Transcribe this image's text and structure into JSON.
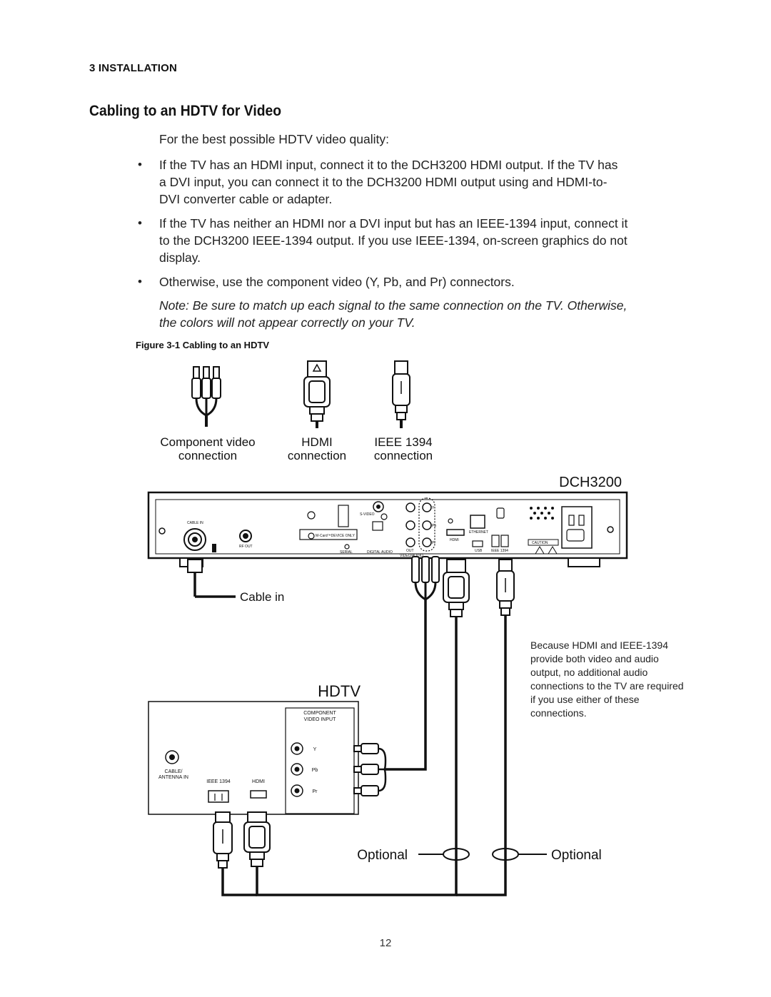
{
  "section_heading": "3 INSTALLATION",
  "title": "Cabling to an HDTV for Video",
  "intro": "For the best possible HDTV video quality:",
  "bullets": [
    {
      "lines": [
        "If the TV has an HDMI input, connect it to the DCH3200 HDMI output. If the TV has",
        "a DVI input, you can connect it to the DCH3200 HDMI output using and HDMI-to-",
        "DVI converter cable or adapter."
      ]
    },
    {
      "lines": [
        "If the TV has neither an HDMI nor a DVI input but has an IEEE-1394 input, connect it",
        "to the DCH3200 IEEE-1394 output. If you use IEEE-1394, on-screen graphics do not",
        "display."
      ]
    },
    {
      "lines": [
        "Otherwise, use the component video (Y, Pb, and Pr) connectors."
      ]
    }
  ],
  "bullet_symbol": "•",
  "note_lines": [
    "Note: Be sure to match up each signal to the same connection on the TV. Otherwise,",
    "the colors will not appear correctly on your TV."
  ],
  "figure_caption": "Figure 3-1 Cabling to an HDTV",
  "diagram": {
    "connectors": {
      "component_line1": "Component video",
      "component_line2": "connection",
      "hdmi_line1": "HDMI",
      "hdmi_line2": "connection",
      "ieee_line1": "IEEE 1394",
      "ieee_line2": "connection"
    },
    "device_name": "DCH3200",
    "device_labels": {
      "cable_in_port": "CABLE IN",
      "rf_out": "RF OUT",
      "mcard": "M-Card™DEVICE ONLY",
      "serial": "SERIAL",
      "digital_audio": "DIGITAL AUDIO",
      "out": "OUT",
      "video_audio": "VIDEO/AUDIO",
      "s_video": "S-VIDEO",
      "ethernet": "ETHERNET",
      "hdmi": "HDMI",
      "usb": "USB",
      "ieee1394": "IEEE 1394",
      "caution": "CAUTION",
      "pb": "Pb",
      "pr": "Pr",
      "y": "Y"
    },
    "cable_in": "Cable in",
    "tv_name": "HDTV",
    "tv_labels": {
      "component_line1": "COMPONENT",
      "component_line2": "VIDEO INPUT",
      "y": "Y",
      "pb": "Pb",
      "pr": "Pr",
      "cable_antenna_line1": "CABLE/",
      "cable_antenna_line2": "ANTENNA IN",
      "ieee1394": "IEEE 1394",
      "hdmi": "HDMI"
    },
    "optional_left": "Optional",
    "optional_right": "Optional",
    "side_note_lines": [
      "Because HDMI and IEEE-1394",
      "provide both video and audio",
      "output, no additional audio",
      "connections to the TV are required",
      "if you use either of these",
      "connections."
    ]
  },
  "page_number": "12"
}
